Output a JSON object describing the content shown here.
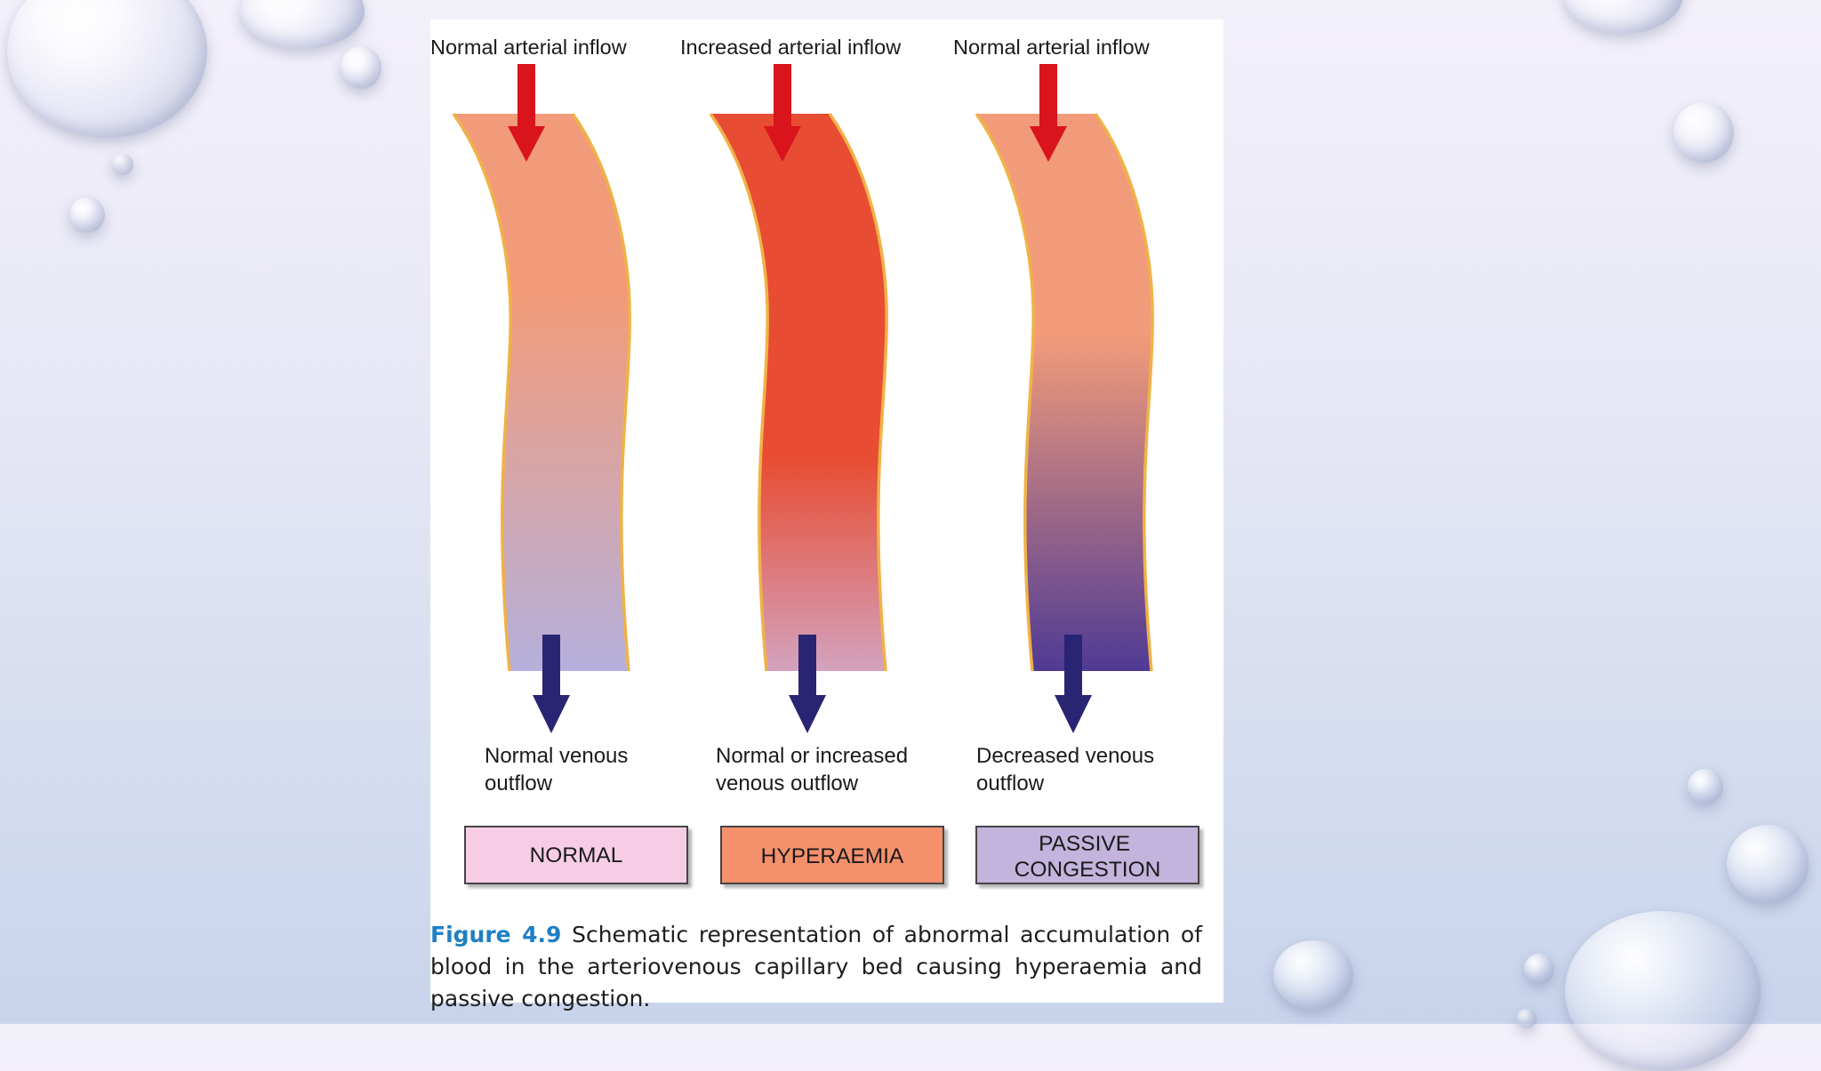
{
  "columns": [
    {
      "inflow_label": "Normal arterial inflow",
      "outflow_label": [
        "Normal venous",
        "outflow"
      ],
      "box_label": [
        "NORMAL"
      ],
      "box_color": "#f7cde6",
      "vessel_colors": [
        "#f29b7a",
        "#f29b7a",
        "#b5b0dc"
      ]
    },
    {
      "inflow_label": "Increased arterial inflow",
      "outflow_label": [
        "Normal or increased",
        "venous outflow"
      ],
      "box_label": [
        "HYPERAEMIA"
      ],
      "box_color": "#f4906c",
      "vessel_colors": [
        "#e84d33",
        "#e84d33",
        "#d3a2be"
      ]
    },
    {
      "inflow_label": "Normal arterial inflow",
      "outflow_label": [
        "Decreased venous",
        "outflow"
      ],
      "box_label": [
        "PASSIVE",
        "CONGESTION"
      ],
      "box_color": "#c2b4dc",
      "vessel_colors": [
        "#f29b7a",
        "#f29b7a",
        "#4f3a94"
      ]
    }
  ],
  "colors": {
    "arterial_arrow": "#d9141c",
    "venous_arrow": "#2a2573",
    "vessel_border": "#f0b247"
  },
  "caption": {
    "figure_label": "Figure 4.9",
    "text": " Schematic representation of abnormal accumulation of blood in the arteriovenous capillary bed causing hyperaemia and passive congestion."
  }
}
